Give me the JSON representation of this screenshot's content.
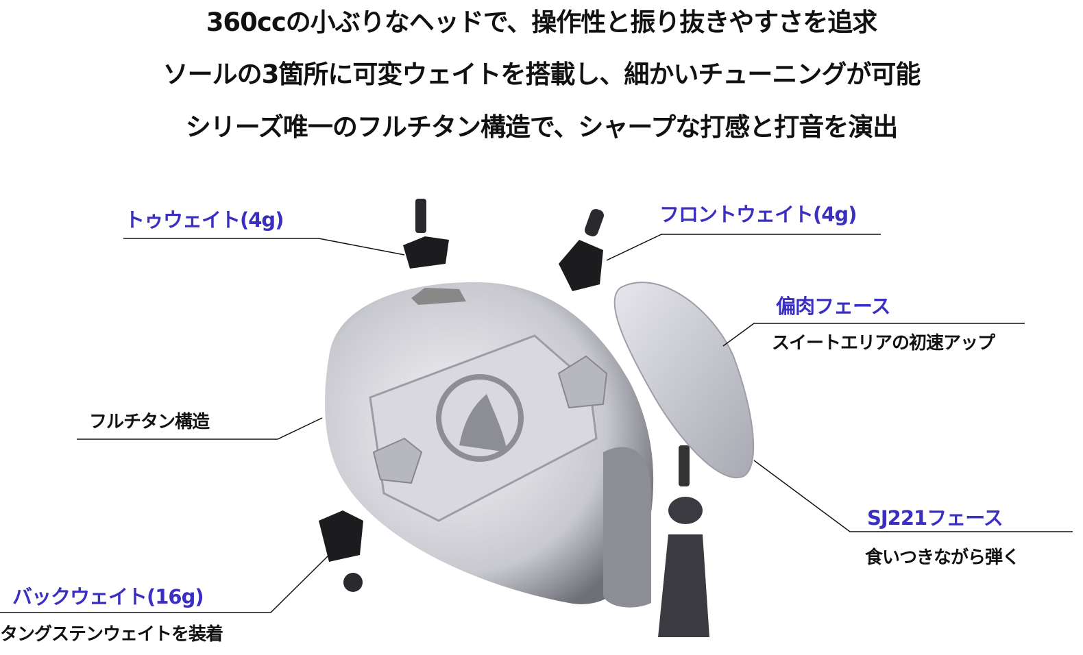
{
  "headlines": [
    "360ccの小ぶりなヘッドで、操作性と振り抜きやすさを追求",
    "ソールの3箇所に可変ウェイトを搭載し、細かいチューニングが可能",
    "シリーズ唯一のフルチタン構造で、シャープな打感と打音を演出"
  ],
  "callouts": {
    "toe_weight": {
      "title": "トゥウェイト(4g)"
    },
    "front_weight": {
      "title": "フロントウェイト(4g)"
    },
    "offset_face": {
      "title": "偏肉フェース",
      "desc": "スイートエリアの初速アップ"
    },
    "full_titanium": {
      "title": "フルチタン構造"
    },
    "sj221_face": {
      "title": "SJ221フェース",
      "desc": "食いつきながら弾く"
    },
    "back_weight": {
      "title": "バックウェイト(16g)",
      "desc": "タングステンウェイトを装着"
    }
  },
  "colors": {
    "accent": "#3a2fc0",
    "text": "#111111",
    "metal": "#c9c9cf"
  }
}
